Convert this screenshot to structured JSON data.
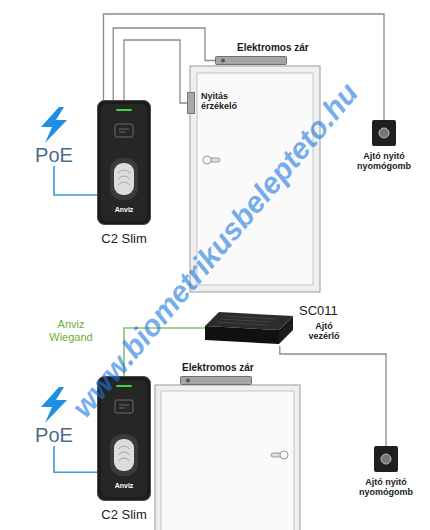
{
  "diagram": {
    "nodes": [
      {
        "text": [
          "Elektromos zár"
        ]
      },
      {
        "text": [
          "C2 Slim"
        ]
      },
      {
        "text": [
          "Nyitás érzékelő"
        ]
      },
      {
        "text": [
          "Ajtó nyitó nyomógomb"
        ]
      },
      {
        "text": [
          "PoE"
        ]
      },
      {
        "text": [
          "SC011",
          "Ajtó vezérlő"
        ]
      },
      {
        "text": [
          "C2 Slim"
        ]
      },
      {
        "text": [
          "Elektromos zár"
        ]
      },
      {
        "text": [
          "PoE"
        ]
      },
      {
        "text": [
          "Ajtó nyitó nyomógomb"
        ]
      }
    ],
    "edges": [
      {
        "from": 1,
        "to": 0,
        "arrow": "none"
      },
      {
        "from": 1,
        "to": 2,
        "arrow": "none"
      },
      {
        "from": 1,
        "to": 3,
        "arrow": "none"
      },
      {
        "from": 4,
        "to": 1,
        "arrow": "none"
      },
      {
        "from": 6,
        "to": 5,
        "label": "Anviz Wiegand",
        "arrow": "none"
      },
      {
        "from": 8,
        "to": 6,
        "arrow": "none"
      },
      {
        "from": 5,
        "to": 9,
        "arrow": "none"
      }
    ],
    "labels": [
      "www.biometrikusbelepteto.hu",
      "Anviz",
      "Anviz"
    ]
  }
}
